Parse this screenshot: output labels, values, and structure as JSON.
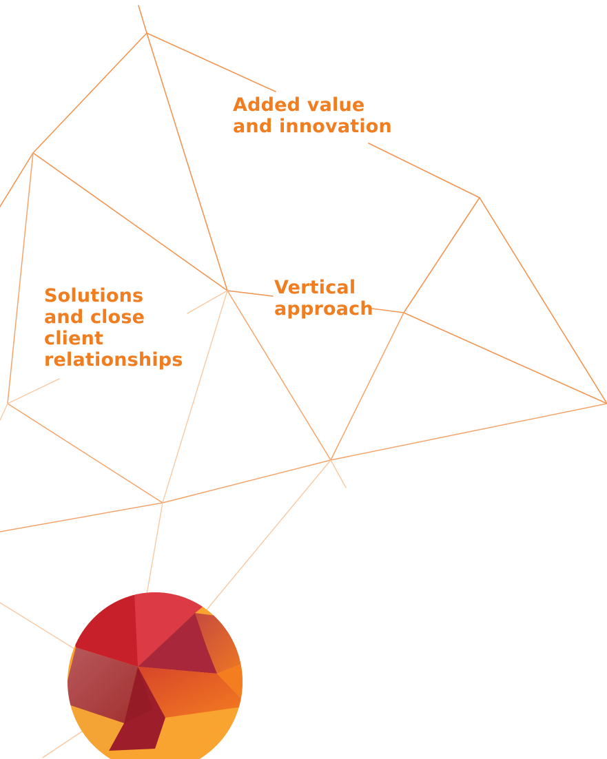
{
  "labels": {
    "added_value": "Added value\nand innovation",
    "vertical": "Vertical\napproach",
    "solutions": "Solutions\nand close\nclient\nrelationships"
  },
  "colors": {
    "accent": "#f07d1f",
    "line": "#f4a46a",
    "line_light": "#f8c9a2",
    "gem_red": "#c8202a",
    "gem_crimson": "#9e1d2a",
    "gem_orange": "#f47d20",
    "gem_amber": "#f9a431"
  }
}
